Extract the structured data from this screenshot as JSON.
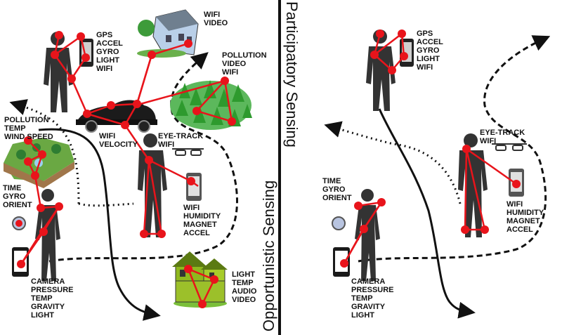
{
  "titles": {
    "opportunistic": "Opportunistic Sensing",
    "participatory": "Participatory Sensing"
  },
  "left": {
    "phone_man": "GPS\nACCEL\nGYRO\nLIGHT\nWIFI",
    "house": "WIFI\nVIDEO",
    "forest": "POLLUTION\nVIDEO\nWIFI",
    "car": "WIFI\nVELOCITY",
    "park": "POLLUTION\nTEMP\nWIND SPEED",
    "eye_track": "EYE-TRACK\nWIFI",
    "phone_mid": "WIFI\nHUMIDITY\nMAGNET\nACCEL",
    "watch_woman": "TIME\nGYRO\nORIENT",
    "phone_woman": "CAMERA\nPRESSURE\nTEMP\nGRAVITY\nLIGHT",
    "green_house": "LIGHT\nTEMP\nAUDIO\nVIDEO"
  },
  "right": {
    "phone_man": "GPS\nACCEL\nGYRO\nLIGHT\nWIFI",
    "eye_track": "EYE-TRACK\nWIFI",
    "phone_mid": "WIFI\nHUMIDITY\nMAGNET\nACCEL",
    "watch_woman": "TIME\nGYRO\nORIENT",
    "phone_woman": "CAMERA\nPRESSURE\nTEMP\nGRAVITY\nLIGHT"
  },
  "colors": {
    "node": "#e8141b",
    "link": "#e8141b",
    "silhouette": "#333333",
    "path": "#111111",
    "forest": "#2e9a2e",
    "house_green": "#8fb81e",
    "house_blue": "#b9cfe8"
  }
}
